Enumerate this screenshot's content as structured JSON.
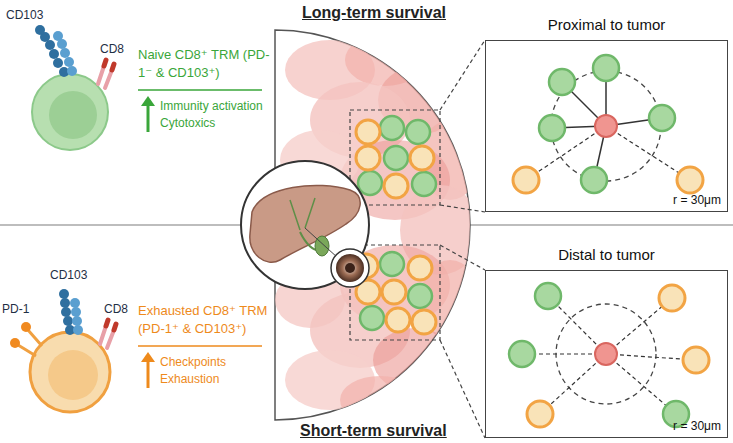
{
  "diagram": {
    "nodes": [
      {
        "text": [
          "Proximal to tumor",
          "r = 30μm"
        ]
      },
      {
        "text": [
          "Distal to tumor",
          "r = 30μm"
        ]
      }
    ],
    "labels": [
      "CD103",
      "CD8",
      "Naive CD8⁺ TRM (PD-1⁻ & CD103⁺)",
      "Immunity activation Cytotoxics",
      "Long-term survival",
      "Short-term survival",
      "PD-1",
      "CD103",
      "CD8",
      "Exhausted CD8⁺ TRM (PD-1⁺ & CD103⁺)",
      "Checkpoints Exhaustion"
    ]
  }
}
